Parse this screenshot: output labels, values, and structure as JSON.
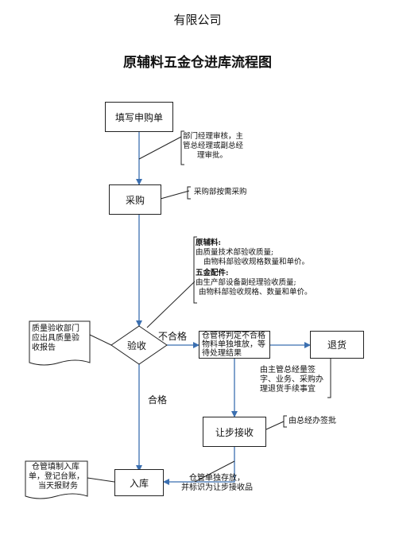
{
  "header": {
    "company": "有限公司",
    "title": "原辅料五金仓进库流程图"
  },
  "nodes": {
    "fill_form": "填写申购单",
    "purchase": "采购",
    "inspect": "验收",
    "return_goods": "退货",
    "concession": "让步接收",
    "warehouse_in": "入库",
    "pending": "仓管将判定不合格物料单独堆放，等待处理结果"
  },
  "notes": {
    "approval": [
      "部门经理审核，主",
      "管总经理或副总经",
      "理审批。"
    ],
    "purchase_need": "采购部按需采购",
    "raw_heading": "原辅料:",
    "raw_lines": [
      "由质量技术部验收质量;",
      "由物料部验收规格数量和单价。"
    ],
    "hardware_heading": "五金配件:",
    "hardware_lines": [
      "由生产部设备副经理验收质量;",
      "由物料部验收规格、数量和单价。"
    ],
    "quality_report": [
      "质量验收部门",
      "应出具质量验",
      "收报告"
    ],
    "return_handle": [
      "由主管总经量签",
      "字、业务、采购办",
      "理退货手续事宜"
    ],
    "gm_sign": "由总经办签批",
    "store_clerk": [
      "仓管填制入库",
      "单，登记台账，",
      "当天报财务"
    ],
    "store_separate": [
      "仓管单独存放，",
      "并标识为让步接收品"
    ]
  },
  "labels": {
    "fail": "不合格",
    "pass": "合格"
  }
}
